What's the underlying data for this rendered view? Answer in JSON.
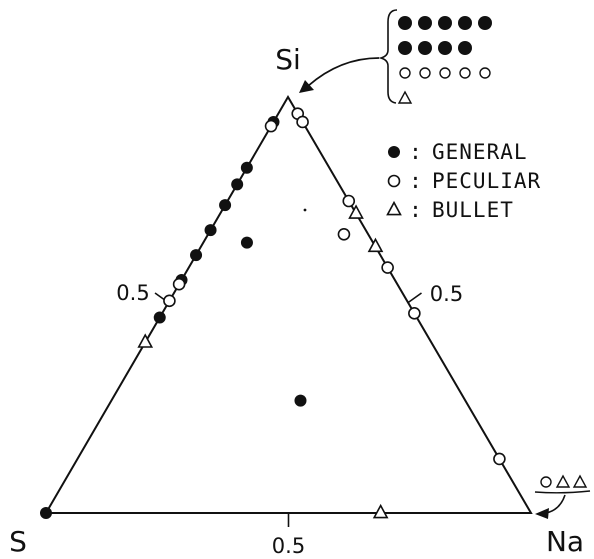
{
  "chart_data": {
    "type": "scatter",
    "subtype": "ternary",
    "vertices": {
      "top": "Si",
      "left": "S",
      "right": "Na"
    },
    "tick_labels": {
      "left_edge": "0.5",
      "right_edge": "0.5",
      "bottom_edge": "0.5"
    },
    "legend": {
      "placement": "top-right",
      "entries": [
        {
          "marker": "filled-circle",
          "symbol": "●",
          "label": "GENERAL"
        },
        {
          "marker": "open-circle",
          "symbol": "○",
          "label": "PECULIAR"
        },
        {
          "marker": "open-triangle",
          "symbol": "△",
          "label": "BULLET"
        }
      ]
    },
    "series": [
      {
        "name": "GENERAL",
        "marker": "filled-circle",
        "points": [
          {
            "si": 0.94,
            "na": 0.0
          },
          {
            "si": 0.83,
            "na": 0.0
          },
          {
            "si": 0.79,
            "na": 0.0
          },
          {
            "si": 0.74,
            "na": 0.0
          },
          {
            "si": 0.68,
            "na": 0.0
          },
          {
            "si": 0.62,
            "na": 0.0
          },
          {
            "si": 0.56,
            "na": 0.0
          },
          {
            "si": 0.47,
            "na": 0.0
          },
          {
            "si": 0.0,
            "na": 0.0
          },
          {
            "si": 0.65,
            "na": 0.09
          },
          {
            "si": 0.27,
            "na": 0.39
          }
        ]
      },
      {
        "name": "PECULIAR",
        "marker": "open-circle",
        "points": [
          {
            "si": 0.93,
            "na": 0.0
          },
          {
            "si": 0.55,
            "na": 0.0
          },
          {
            "si": 0.51,
            "na": 0.0
          },
          {
            "si": 0.96,
            "na": 0.04
          },
          {
            "si": 0.94,
            "na": 0.06
          },
          {
            "si": 0.75,
            "na": 0.25
          },
          {
            "si": 0.59,
            "na": 0.41
          },
          {
            "si": 0.48,
            "na": 0.52
          },
          {
            "si": 0.13,
            "na": 0.87
          },
          {
            "si": 0.67,
            "na": 0.28
          }
        ]
      },
      {
        "name": "BULLET",
        "marker": "open-triangle",
        "points": [
          {
            "si": 0.41,
            "na": 0.0
          },
          {
            "si": 0.72,
            "na": 0.28
          },
          {
            "si": 0.64,
            "na": 0.36
          },
          {
            "si": 0.0,
            "na": 0.69
          }
        ]
      }
    ],
    "callouts": [
      {
        "target": "Si",
        "rows": [
          "●●●●●",
          "●●●●",
          "○○○○○",
          "△"
        ]
      },
      {
        "target": "Na",
        "rows": [
          "○△△"
        ]
      }
    ]
  }
}
